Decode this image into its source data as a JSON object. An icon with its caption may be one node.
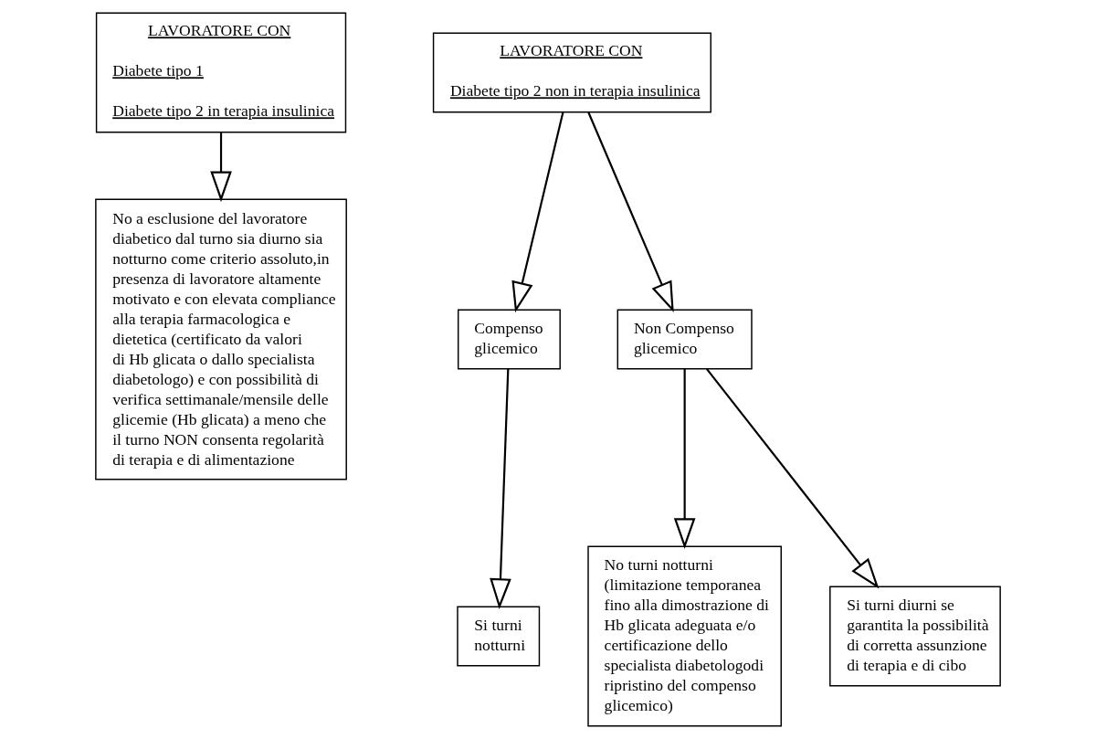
{
  "diagram": {
    "nodes": [
      {
        "text": [
          "LAVORATORE CON",
          "Diabete tipo 1",
          "Diabete tipo 2 in terapia insulinica"
        ]
      },
      {
        "text": [
          "LAVORATORE CON",
          "Diabete tipo 2 non in terapia insulinica"
        ]
      },
      {
        "text": [
          "No a esclusione del lavoratore diabetico dal turno sia diurno sia notturno come criterio assoluto,in presenza di lavoratore altamente motivato e con elevata compliance alla terapia farmacologica e dietetica (certificato da valori di Hb glicata o dallo specialista diabetologo) e con possibilità di verifica settimanale/mensile delle glicemie (Hb glicata) a meno che il turno NON consenta regolarità di terapia e di alimentazione"
        ]
      },
      {
        "text": [
          "Compenso glicemico"
        ]
      },
      {
        "text": [
          "Non Compenso glicemico"
        ]
      },
      {
        "text": [
          "Si turni notturni"
        ]
      },
      {
        "text": [
          "No turni notturni (limitazione temporanea fino alla dimostrazione di Hb glicata adeguata e/o certificazione dello specialista diabetologodi ripristino del compenso glicemico)"
        ]
      },
      {
        "text": [
          "Si turni diurni se garantita la possibilità di corretta assunzione di terapia e di cibo"
        ]
      }
    ],
    "edges": [
      {
        "from": 0,
        "to": 2,
        "arrow": "to"
      },
      {
        "from": 1,
        "to": 3,
        "arrow": "to"
      },
      {
        "from": 1,
        "to": 4,
        "arrow": "to"
      },
      {
        "from": 3,
        "to": 5,
        "arrow": "to"
      },
      {
        "from": 4,
        "to": 6,
        "arrow": "to"
      },
      {
        "from": 4,
        "to": 7,
        "arrow": "to"
      }
    ]
  }
}
